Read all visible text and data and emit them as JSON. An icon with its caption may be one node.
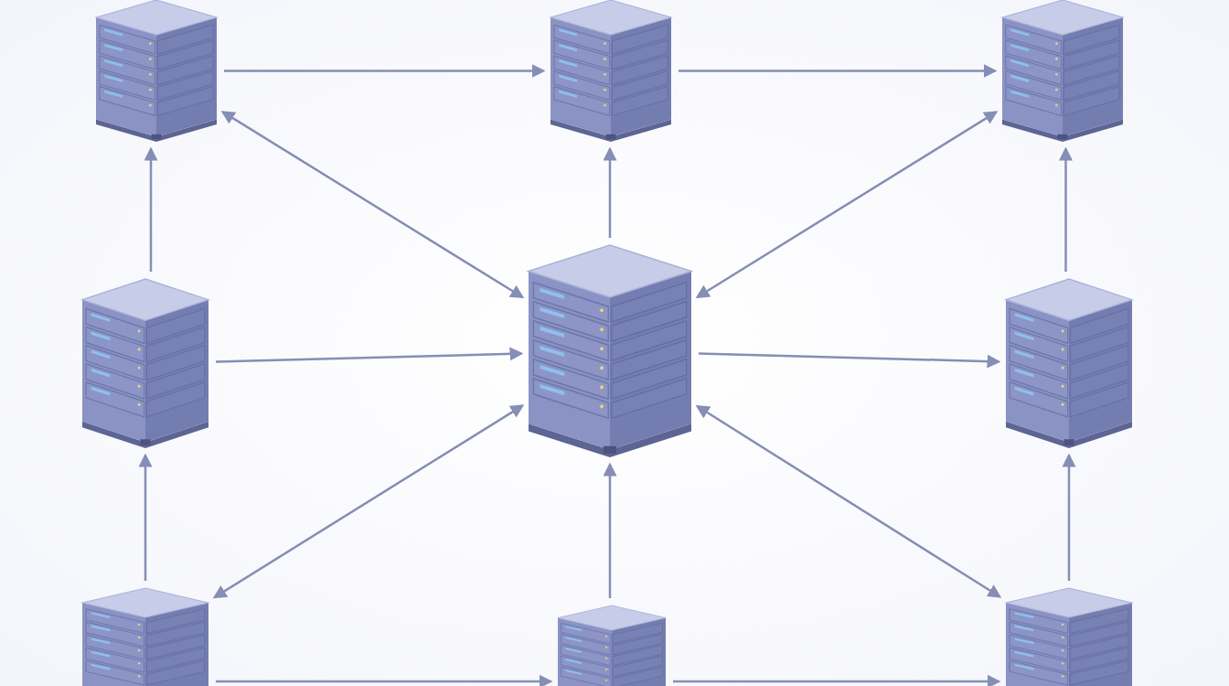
{
  "diagram": {
    "nodes": [
      {
        "text": [],
        "shape": "picture"
      },
      {
        "text": [],
        "shape": "picture"
      },
      {
        "text": [],
        "shape": "picture"
      },
      {
        "text": [],
        "shape": "picture"
      },
      {
        "text": [],
        "shape": "picture"
      },
      {
        "text": [],
        "shape": "picture"
      },
      {
        "text": [],
        "shape": "picture"
      },
      {
        "text": [],
        "shape": "picture"
      },
      {
        "text": [],
        "shape": "picture"
      }
    ],
    "edges": [
      {
        "from": 0,
        "to": 1,
        "arrow": "to"
      },
      {
        "from": 1,
        "to": 2,
        "arrow": "to"
      },
      {
        "from": 3,
        "to": 0,
        "arrow": "to"
      },
      {
        "from": 0,
        "to": 4,
        "arrow": "both"
      },
      {
        "from": 4,
        "to": 1,
        "arrow": "to"
      },
      {
        "from": 4,
        "to": 2,
        "arrow": "both"
      },
      {
        "from": 5,
        "to": 2,
        "arrow": "to"
      },
      {
        "from": 3,
        "to": 4,
        "arrow": "to"
      },
      {
        "from": 4,
        "to": 5,
        "arrow": "to"
      },
      {
        "from": 6,
        "to": 3,
        "arrow": "to"
      },
      {
        "from": 4,
        "to": 6,
        "arrow": "both"
      },
      {
        "from": 7,
        "to": 4,
        "arrow": "to"
      },
      {
        "from": 4,
        "to": 8,
        "arrow": "both"
      },
      {
        "from": 8,
        "to": 5,
        "arrow": "to"
      },
      {
        "from": 6,
        "to": 7,
        "arrow": "to"
      },
      {
        "from": 7,
        "to": 8,
        "arrow": "to"
      }
    ]
  }
}
